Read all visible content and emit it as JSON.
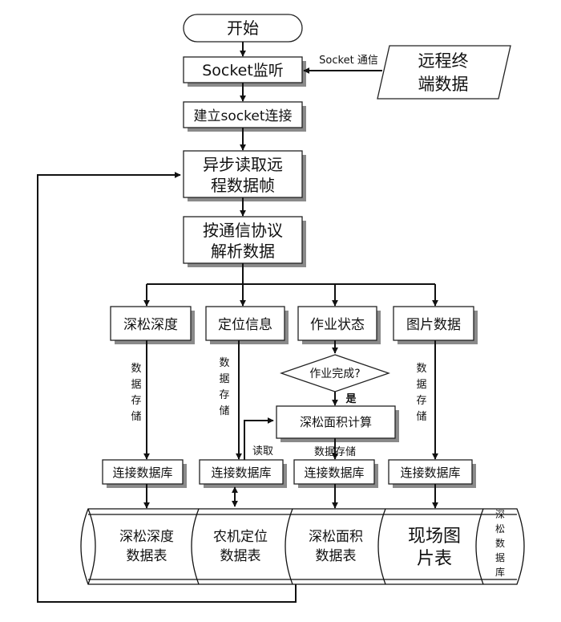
{
  "nodes": {
    "start": "开始",
    "socket_listen": "Socket监听",
    "build_conn": "建立socket连接",
    "async_read": [
      "异步读取远",
      "程数据帧"
    ],
    "parse": [
      "按通信协议",
      "解析数据"
    ],
    "depth": "深松深度",
    "position": "定位信息",
    "work_status": "作业状态",
    "image": "图片数据",
    "work_done": "作业完成?",
    "area_calc": "深松面积计算",
    "db_conn_1": "连接数据库",
    "db_conn_2": "连接数据库",
    "db_conn_3": "连接数据库",
    "db_conn_4": "连接数据库",
    "remote_data": [
      "远程终",
      "端数据"
    ]
  },
  "tables": {
    "depth_table": [
      "深松深度",
      "数据表"
    ],
    "position_table": [
      "农机定位",
      "数据表"
    ],
    "area_table": [
      "深松面积",
      "数据表"
    ],
    "image_table": [
      "现场图",
      "片表"
    ],
    "database_label": [
      "深",
      "松",
      "数",
      "据",
      "库"
    ]
  },
  "edge_labels": {
    "socket_comm": "Socket 通信",
    "store_1": [
      "数",
      "据",
      "存",
      "储"
    ],
    "store_2": [
      "数",
      "据",
      "存",
      "储"
    ],
    "store_4": [
      "数",
      "据",
      "存",
      "储"
    ],
    "read": "读取",
    "yes": "是",
    "data_store": "数据存储"
  }
}
